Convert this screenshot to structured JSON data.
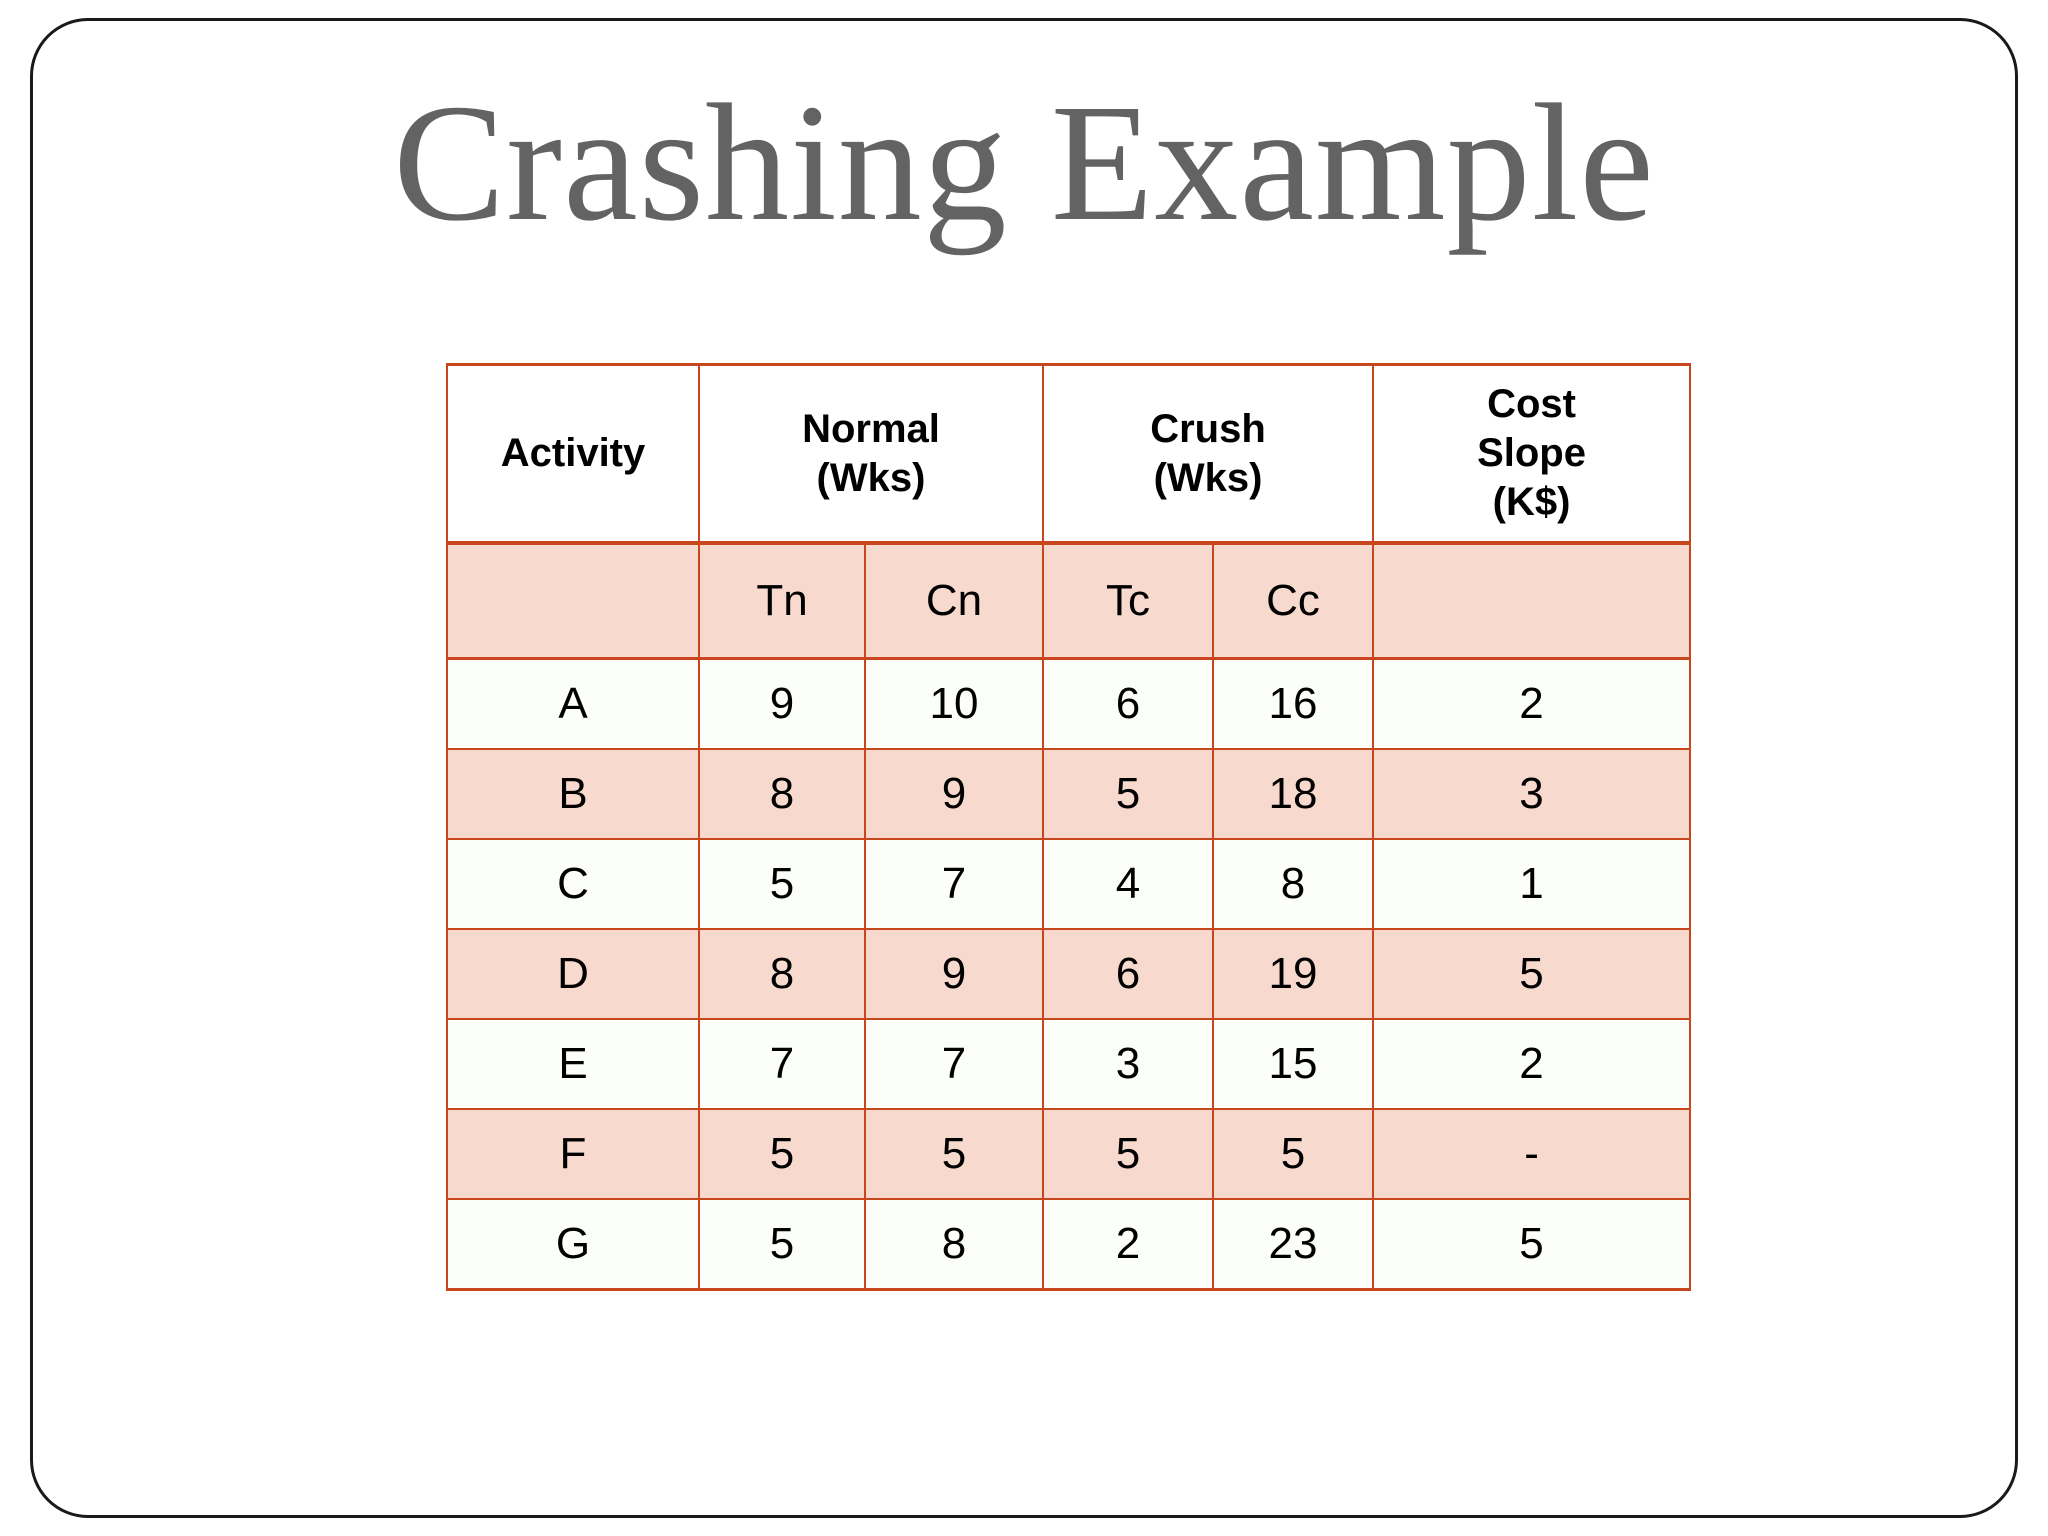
{
  "slide": {
    "title": "Crashing Example",
    "colors": {
      "title_text": "#636363",
      "table_border": "#C8461E",
      "row_shade": "#F8D9CE",
      "row_plain": "#FCFEFA",
      "frame_border": "#1A1A1A"
    }
  },
  "table": {
    "headers": [
      {
        "label": "Activity"
      },
      {
        "label": "Normal\n(Wks)",
        "line1": "Normal",
        "line2": "(Wks)"
      },
      {
        "label": "Crush\n(Wks)",
        "line1": "Crush",
        "line2": "(Wks)"
      },
      {
        "label": "Cost Slope (K$)",
        "line1": "Cost",
        "line2": "Slope",
        "line3": "(K$)"
      }
    ],
    "subheaders": {
      "activity": "",
      "tn": "Tn",
      "cn": "Cn",
      "tc": "Tc",
      "cc": "Cc",
      "slope": ""
    },
    "columns": [
      "Activity",
      "Tn",
      "Cn",
      "Tc",
      "Cc",
      "Cost Slope (K$)"
    ],
    "rows": [
      {
        "activity": "A",
        "tn": "9",
        "cn": "10",
        "tc": "6",
        "cc": "16",
        "slope": "2"
      },
      {
        "activity": "B",
        "tn": "8",
        "cn": "9",
        "tc": "5",
        "cc": "18",
        "slope": "3"
      },
      {
        "activity": "C",
        "tn": "5",
        "cn": "7",
        "tc": "4",
        "cc": "8",
        "slope": "1"
      },
      {
        "activity": "D",
        "tn": "8",
        "cn": "9",
        "tc": "6",
        "cc": "19",
        "slope": "5"
      },
      {
        "activity": "E",
        "tn": "7",
        "cn": "7",
        "tc": "3",
        "cc": "15",
        "slope": "2"
      },
      {
        "activity": "F",
        "tn": "5",
        "cn": "5",
        "tc": "5",
        "cc": "5",
        "slope": "-"
      },
      {
        "activity": "G",
        "tn": "5",
        "cn": "8",
        "tc": "2",
        "cc": "23",
        "slope": "5"
      }
    ]
  }
}
